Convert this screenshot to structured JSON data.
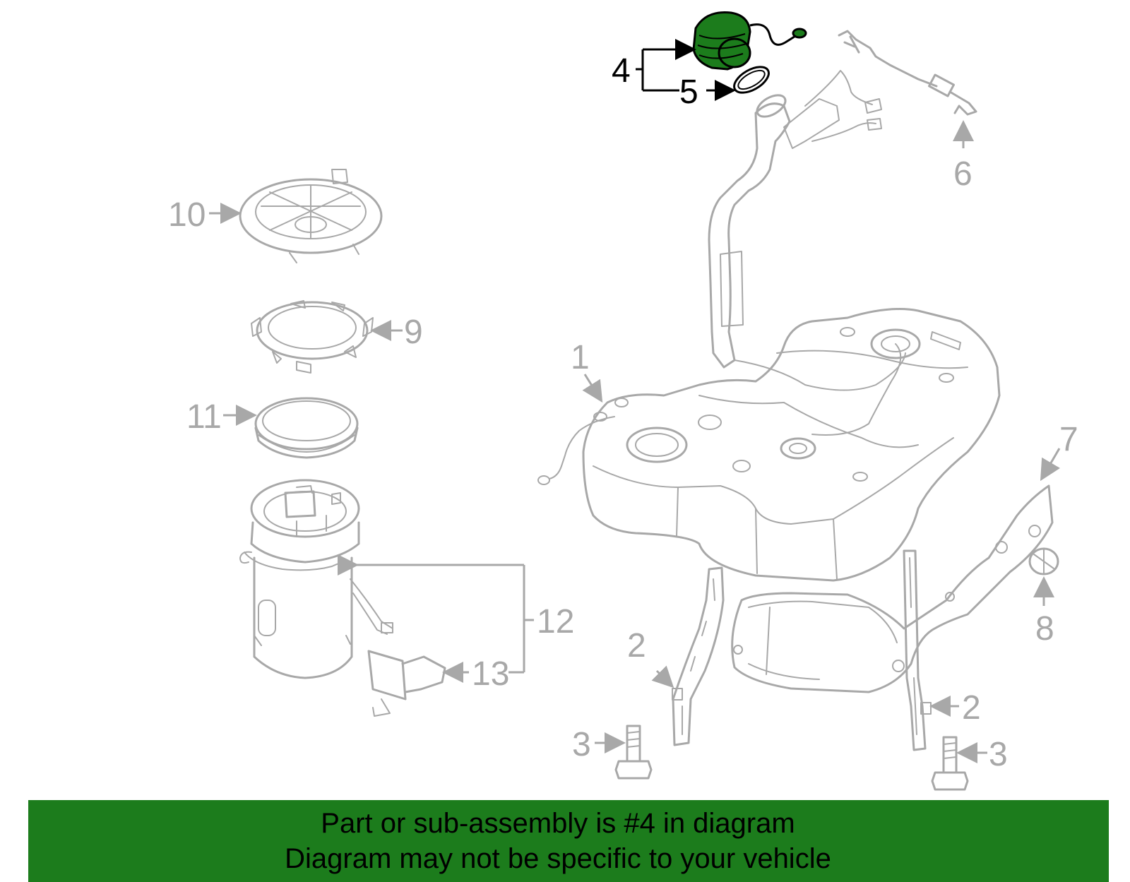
{
  "callouts": {
    "c1": "1",
    "c2a": "2",
    "c2b": "2",
    "c3a": "3",
    "c3b": "3",
    "c4": "4",
    "c5": "5",
    "c6": "6",
    "c7": "7",
    "c8": "8",
    "c9": "9",
    "c10": "10",
    "c11": "11",
    "c12": "12",
    "c13": "13"
  },
  "highlighted_part": "4",
  "colors": {
    "highlight": "#1c7c1c",
    "parts": "#a8a8a8",
    "banner": "#1c7c1c",
    "text": "#000000"
  },
  "banner": {
    "line1": "Part or sub-assembly is #4 in diagram",
    "line2": "Diagram may not be specific to your vehicle"
  }
}
